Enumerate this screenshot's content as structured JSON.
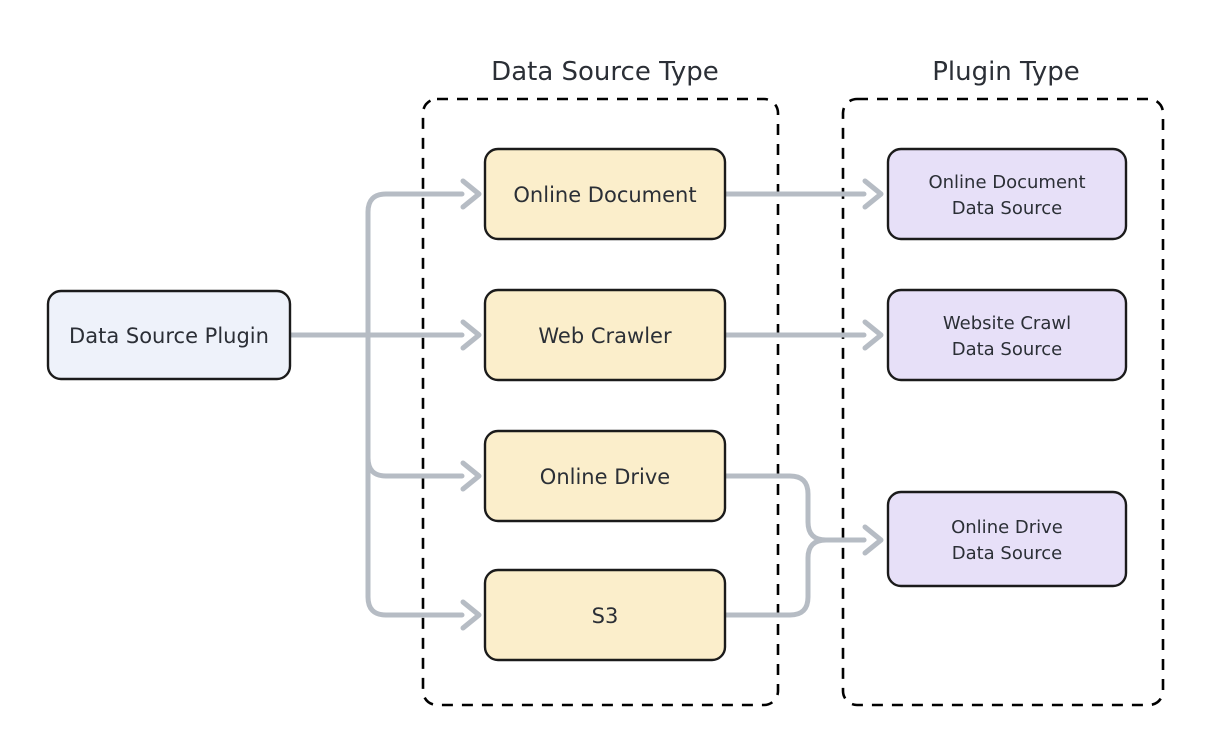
{
  "diagram": {
    "background": "#ffffff",
    "groups": [
      {
        "id": "data-source-type",
        "title": "Data Source Type",
        "border_color": "#000000",
        "style": "dashed"
      },
      {
        "id": "plugin-type",
        "title": "Plugin Type",
        "border_color": "#000000",
        "style": "dashed"
      }
    ],
    "root_node": {
      "id": "data-source-plugin",
      "label": "Data Source Plugin",
      "fill": "#eef2fa",
      "stroke": "#1b1b1b"
    },
    "source_types": [
      {
        "id": "online-document",
        "label": "Online Document",
        "fill": "#fbeecb",
        "stroke": "#1b1b1b"
      },
      {
        "id": "web-crawler",
        "label": "Web Crawler",
        "fill": "#fbeecb",
        "stroke": "#1b1b1b"
      },
      {
        "id": "online-drive",
        "label": "Online Drive",
        "fill": "#fbeecb",
        "stroke": "#1b1b1b"
      },
      {
        "id": "s3",
        "label": "S3",
        "fill": "#fbeecb",
        "stroke": "#1b1b1b"
      }
    ],
    "plugin_types": [
      {
        "id": "online-document-data-source",
        "line1": "Online Document",
        "line2": "Data Source",
        "fill": "#e7e0f8",
        "stroke": "#1b1b1b"
      },
      {
        "id": "website-crawl-data-source",
        "line1": "Website Crawl",
        "line2": "Data Source",
        "fill": "#e7e0f8",
        "stroke": "#1b1b1b"
      },
      {
        "id": "online-drive-data-source",
        "line1": "Online Drive",
        "line2": "Data Source",
        "fill": "#e7e0f8",
        "stroke": "#1b1b1b"
      }
    ],
    "connector_color": "#b6bcc4"
  }
}
